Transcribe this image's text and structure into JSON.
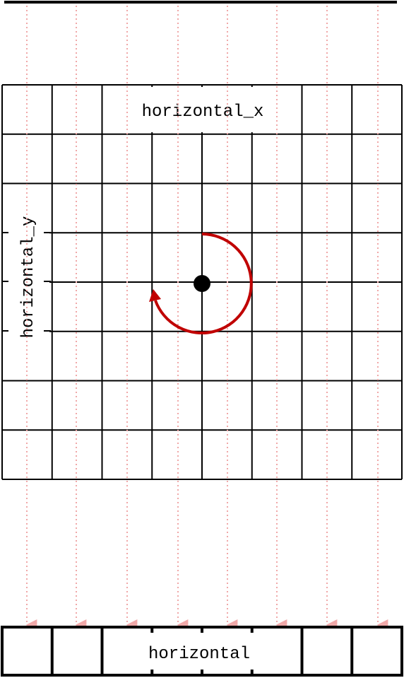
{
  "labels": {
    "top_label": "horizontal_x",
    "side_label": "horizontal_y",
    "bottom_label": "horizontal"
  },
  "colors": {
    "grid_line": "#000000",
    "arrow_red": "#c00000",
    "dotted_pink": "#f0a8a8",
    "center_dot": "#000000",
    "background": "#ffffff"
  },
  "grid": {
    "columns": 8,
    "rows": 8
  },
  "output_row": {
    "cells": 8
  },
  "dotted_arrows": {
    "count": 8
  }
}
